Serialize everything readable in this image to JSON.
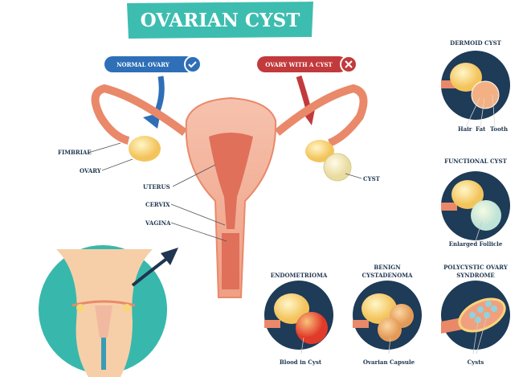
{
  "title": "OVARIAN CYST",
  "badges": {
    "normal": {
      "label": "NORMAL OVARY",
      "icon": "check-icon",
      "color": "#2e6fb7"
    },
    "cyst": {
      "label": "OVARY WITH A CYST",
      "icon": "x-icon",
      "color": "#c23a3c"
    }
  },
  "anatomy_labels": {
    "fimbriae": "FIMBRIAE",
    "ovary": "OVARY",
    "uterus": "UTERUS",
    "cervix": "CERVIX",
    "vagina": "VAGINA",
    "cyst": "CYST"
  },
  "types": [
    {
      "title": [
        "DERMOID CYST"
      ],
      "parts": [
        "Hair",
        "Fat",
        "Tooth"
      ]
    },
    {
      "title": [
        "FUNCTIONAL CYST"
      ],
      "parts": [
        "Enlarged Follicle"
      ]
    },
    {
      "title": [
        "ENDOMETRIOMA"
      ],
      "parts": [
        "Blood in Cyst"
      ]
    },
    {
      "title": [
        "BENIGN",
        "CYSTADENOMA"
      ],
      "parts": [
        "Ovarian Capsule"
      ]
    },
    {
      "title": [
        "POLYCYSTIC OVARY",
        "SYNDROME"
      ],
      "parts": [
        "Cysts"
      ]
    }
  ],
  "colors": {
    "title_bg": "#3dbdb0",
    "circle_bg": "#1e3b57",
    "tissue": "#e9896a",
    "ovary": "#f7d57a",
    "inset_bg": "#38b8ac"
  }
}
